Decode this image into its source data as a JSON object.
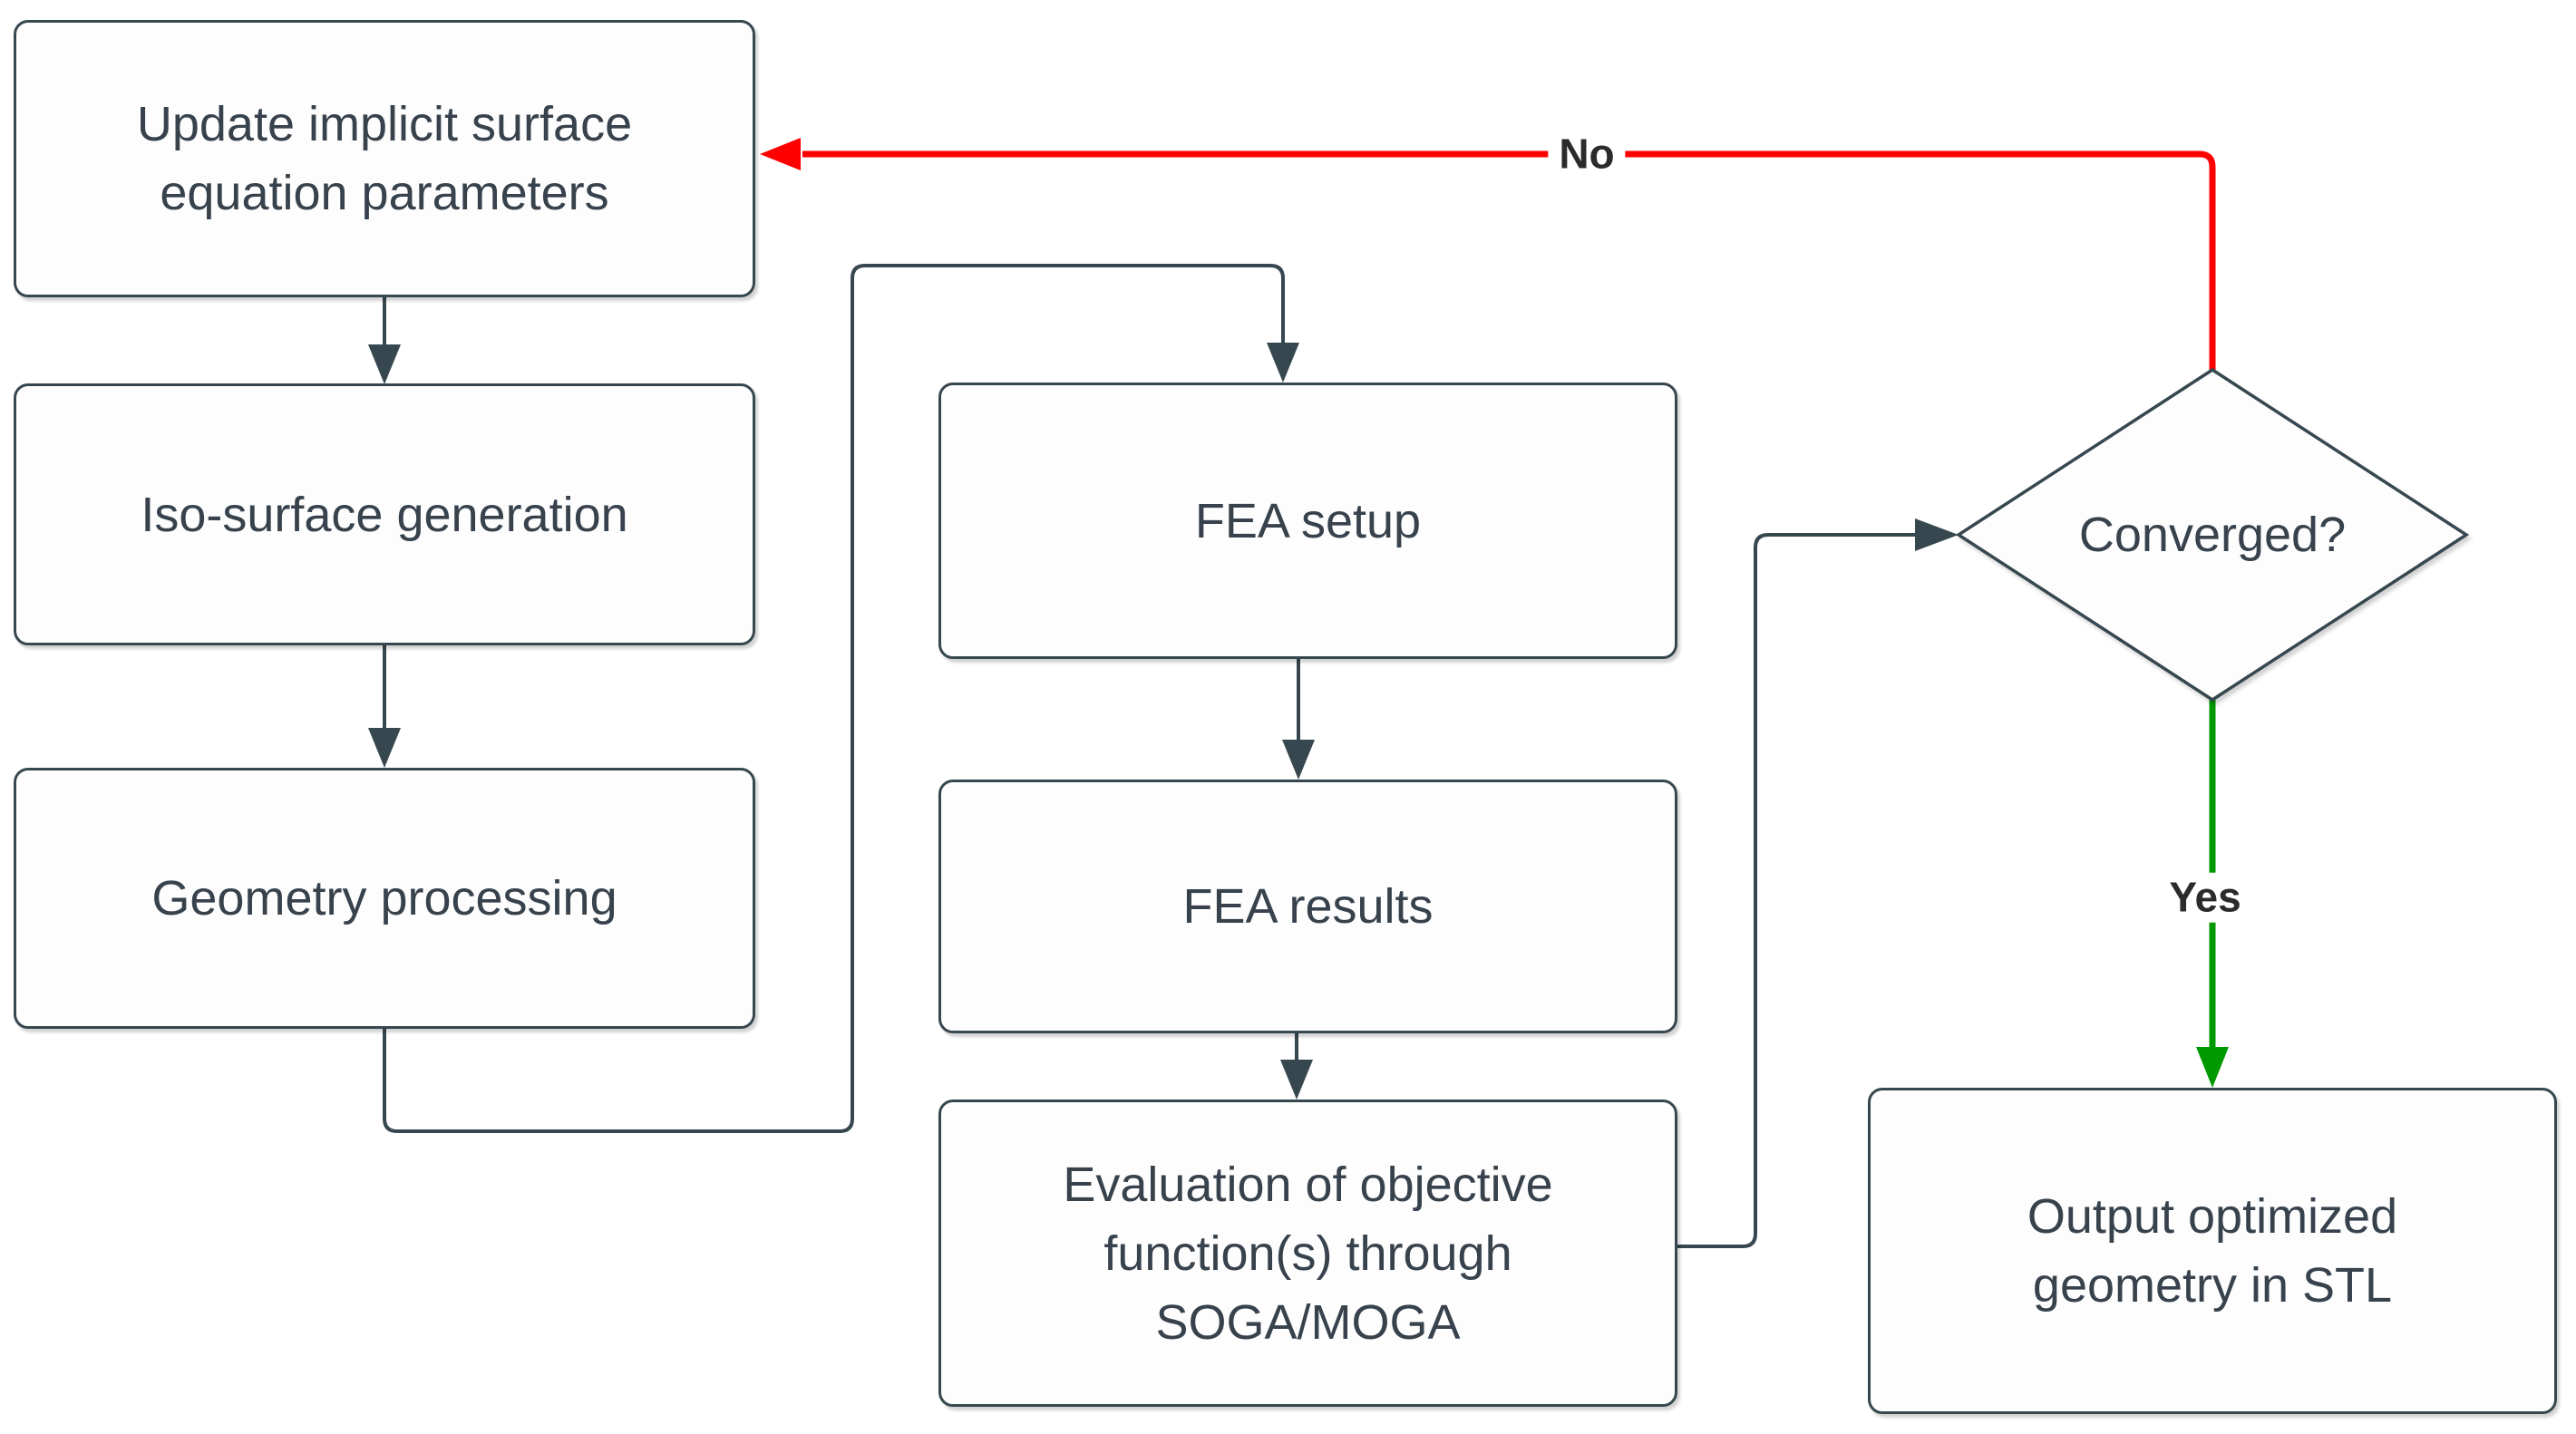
{
  "diagram": {
    "nodes": {
      "update_params": {
        "label": "Update implicit surface equation parameters"
      },
      "iso_surface": {
        "label": "Iso-surface generation"
      },
      "geometry_processing": {
        "label": "Geometry processing"
      },
      "fea_setup": {
        "label": "FEA setup"
      },
      "fea_results": {
        "label": "FEA results"
      },
      "evaluation": {
        "label": "Evaluation of objective function(s) through SOGA/MOGA"
      },
      "converged": {
        "label": "Converged?"
      },
      "output": {
        "label": "Output optimized geometry in STL"
      }
    },
    "edge_labels": {
      "no": "No",
      "yes": "Yes"
    },
    "colors": {
      "stroke": "#37474f",
      "node_fill": "#fdfdfd",
      "text": "#37424d",
      "no_edge": "#ff0000",
      "yes_edge": "#009900",
      "background": "#ffffff"
    }
  }
}
